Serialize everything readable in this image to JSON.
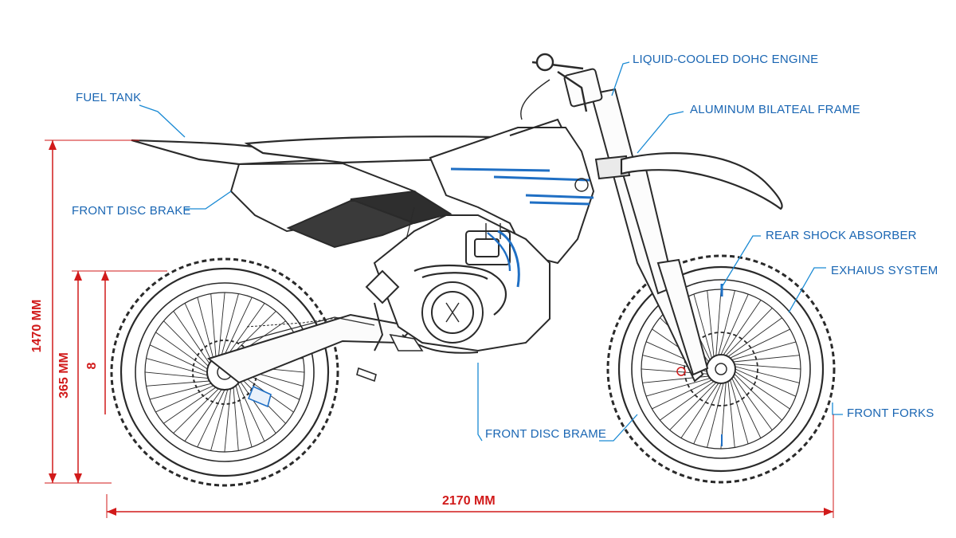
{
  "labels": {
    "fuel_tank": "FUEL TANK",
    "front_disc_brake_left": "FRONT DISC BRAKE",
    "liquid_cooled_engine": "LIQUID-COOLED DOHC ENGINE",
    "aluminum_frame": "ALUMINUM BILATEAL FRAME",
    "rear_shock": "REAR SHOCK ABSORBER",
    "exhaust_system": "EXHAIUS SYSTEM",
    "front_forks": "FRONT FORKS",
    "front_disc_brake_bottom": "FRONT DISC BRAME"
  },
  "dimensions": {
    "overall_height": "1470 MM",
    "seat_clearance": "365 MM",
    "inner_mark": "8",
    "wheelbase_length": "2170 MM"
  },
  "colors": {
    "line_art": "#2a2a2a",
    "accent_blue": "#1f6fc4",
    "callout_blue": "#1a66b3",
    "dimension_red": "#d11a1a"
  }
}
